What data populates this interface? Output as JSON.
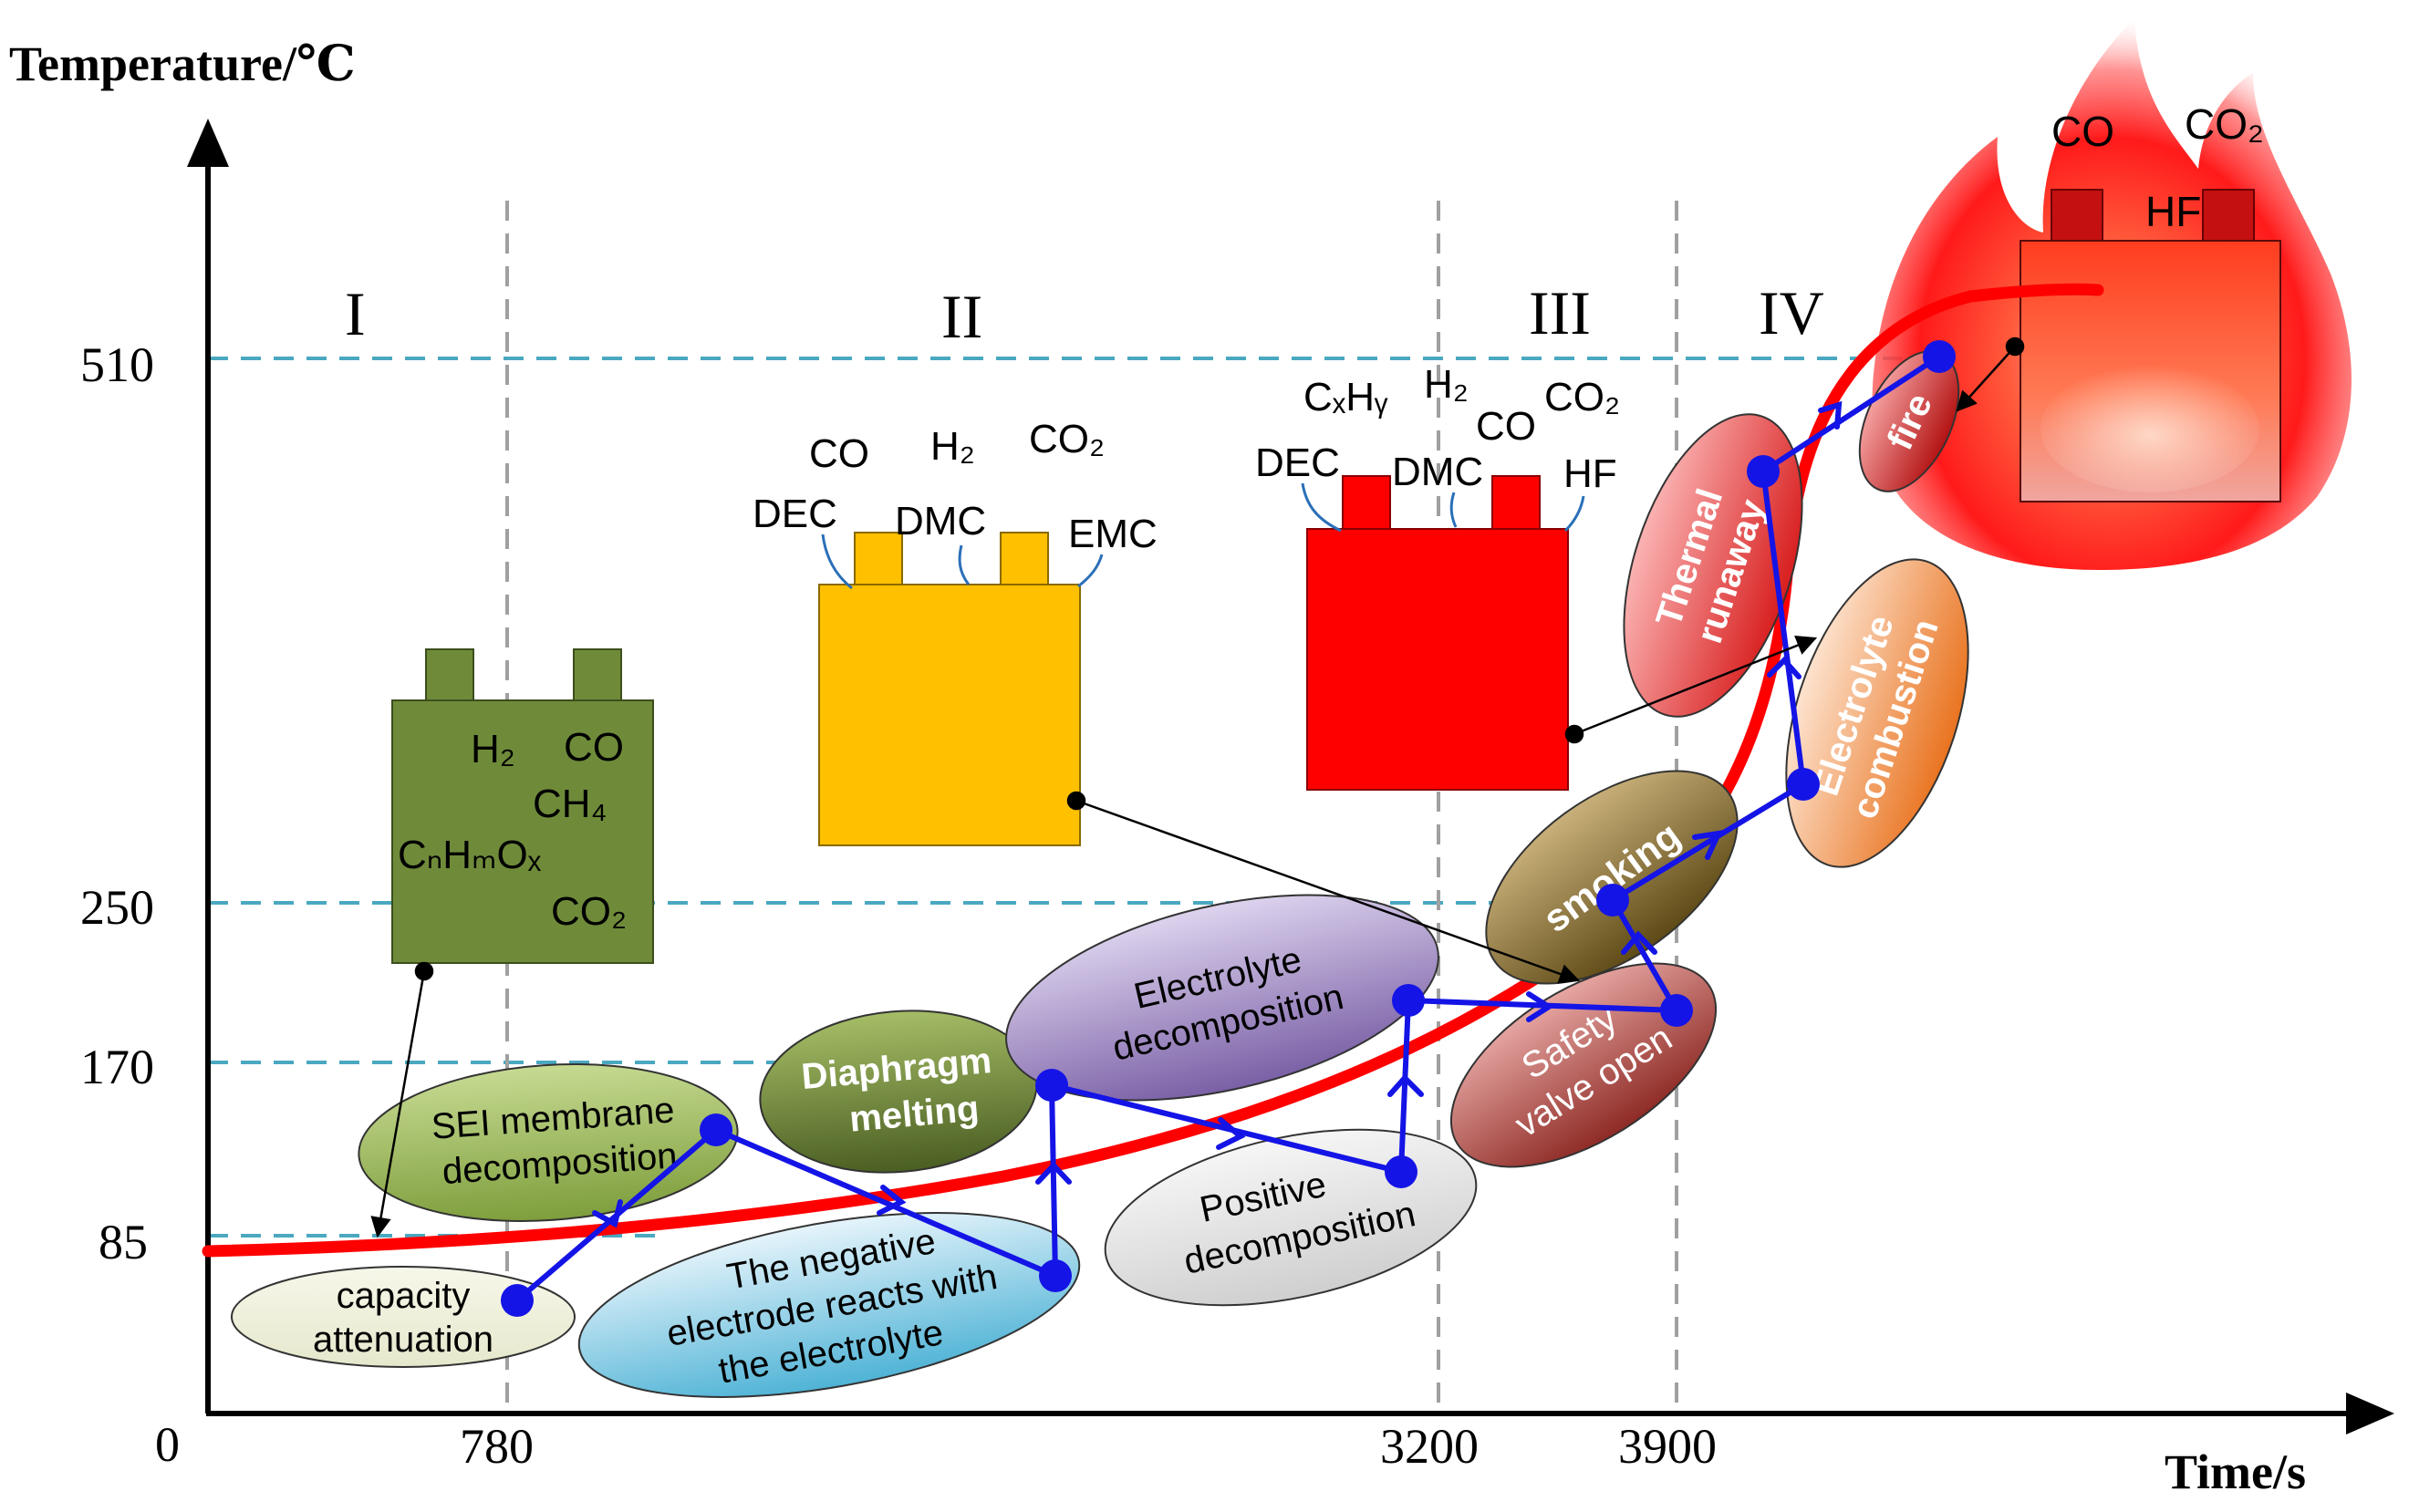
{
  "axes": {
    "y_title": "Temperature/℃",
    "x_title": "Time/s",
    "origin": "0",
    "y_ticks": [
      "510",
      "250",
      "170",
      "85"
    ],
    "x_ticks": [
      "780",
      "3200",
      "3900"
    ]
  },
  "stages": [
    "I",
    "II",
    "III",
    "IV"
  ],
  "batteries": {
    "stage1_gases": {
      "h2": "H₂",
      "co": "CO",
      "ch4": "CH₄",
      "cnhmox": "CₙHₘOₓ",
      "co2": "CO₂"
    },
    "stage2_gases": {
      "co": "CO",
      "h2": "H₂",
      "co2": "CO₂",
      "dec": "DEC",
      "dmc": "DMC",
      "emc": "EMC"
    },
    "stage3_gases": {
      "cxhy": "CₓHᵧ",
      "h2": "H₂",
      "co": "CO",
      "co2": "CO₂",
      "dec": "DEC",
      "dmc": "DMC",
      "hf": "HF"
    },
    "stage4_gases": {
      "co": "CO",
      "co2": "CO₂",
      "hf": "HF"
    }
  },
  "events": {
    "capacity_attenuation": [
      "capacity",
      "attenuation"
    ],
    "sei_decomposition": [
      "SEI membrane",
      "decomposition"
    ],
    "negative_electrode": [
      "The negative",
      "electrode reacts with",
      "the electrolyte"
    ],
    "diaphragm_melting": [
      "Diaphragm",
      "melting"
    ],
    "electrolyte_decomposition": [
      "Electrolyte",
      "decomposition"
    ],
    "positive_decomposition": [
      "Positive",
      "decomposition"
    ],
    "safety_valve": [
      "Safety",
      "valve open"
    ],
    "smoking": [
      "smoking"
    ],
    "thermal_runaway": [
      "Thermal",
      "runaway"
    ],
    "electrolyte_combustion": [
      "Electrolyte",
      "combustion"
    ],
    "fire": [
      "fire"
    ]
  },
  "colors": {
    "temperature_curve": "#ff0000",
    "event_path": "#1414e6",
    "guide_dashed_h": "#4aa8c0",
    "guide_dashed_v": "#a0a0a0",
    "battery_stage1": "#6f8b3a",
    "battery_stage2": "#ffc000",
    "battery_stage3": "#ff0000"
  }
}
